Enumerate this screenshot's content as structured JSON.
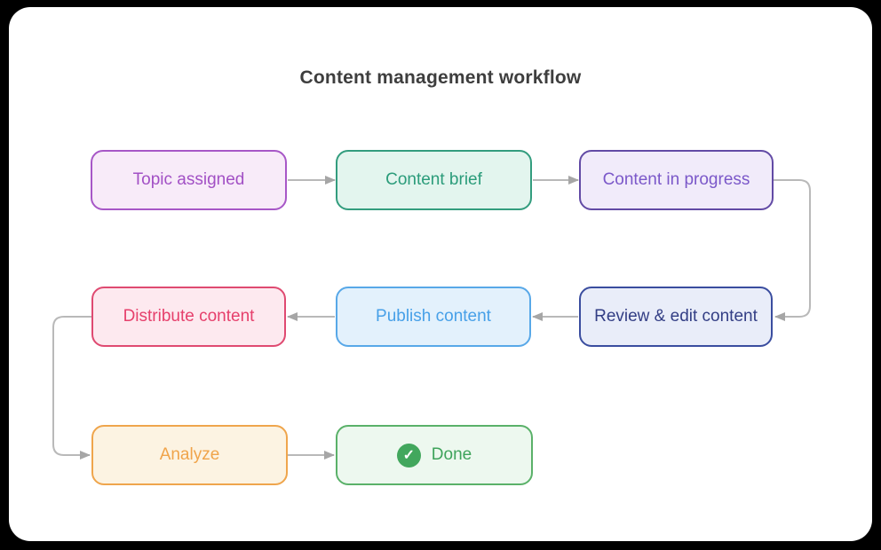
{
  "title": "Content management workflow",
  "canvas": {
    "background": "#000000",
    "card_background": "#ffffff"
  },
  "diagram": {
    "nodes": [
      {
        "id": "topic-assigned",
        "label": "Topic assigned",
        "fill": "#f8ebf9",
        "border": "#a757c7",
        "text": "#a250c5"
      },
      {
        "id": "content-brief",
        "label": "Content brief",
        "fill": "#e3f5ee",
        "border": "#339d7e",
        "text": "#2b9c7a"
      },
      {
        "id": "content-in-progress",
        "label": "Content in progress",
        "fill": "#f1ebfa",
        "border": "#624aa5",
        "text": "#7b58c9"
      },
      {
        "id": "review-edit-content",
        "label": "Review & edit content",
        "fill": "#e9edf9",
        "border": "#3a4d9f",
        "text": "#333e85"
      },
      {
        "id": "publish-content",
        "label": "Publish content",
        "fill": "#e3f1fc",
        "border": "#58a8e8",
        "text": "#47a0e8"
      },
      {
        "id": "distribute-content",
        "label": "Distribute content",
        "fill": "#fde9ef",
        "border": "#df4a71",
        "text": "#e6406c"
      },
      {
        "id": "analyze",
        "label": "Analyze",
        "fill": "#fcf3e2",
        "border": "#efa54c",
        "text": "#f0a44a"
      },
      {
        "id": "done",
        "label": "Done",
        "fill": "#edf8ef",
        "border": "#5ab169",
        "text": "#3ea35b",
        "icon": "check-circle-icon",
        "icon_color": "#42a75d",
        "icon_glyph": "✓"
      }
    ],
    "edges": [
      {
        "from": "topic-assigned",
        "to": "content-brief"
      },
      {
        "from": "content-brief",
        "to": "content-in-progress"
      },
      {
        "from": "content-in-progress",
        "to": "review-edit-content"
      },
      {
        "from": "review-edit-content",
        "to": "publish-content"
      },
      {
        "from": "publish-content",
        "to": "distribute-content"
      },
      {
        "from": "distribute-content",
        "to": "analyze"
      },
      {
        "from": "analyze",
        "to": "done"
      }
    ],
    "connector": {
      "line_color": "#b9b9b9",
      "arrow_color": "#a6a6a6"
    }
  }
}
